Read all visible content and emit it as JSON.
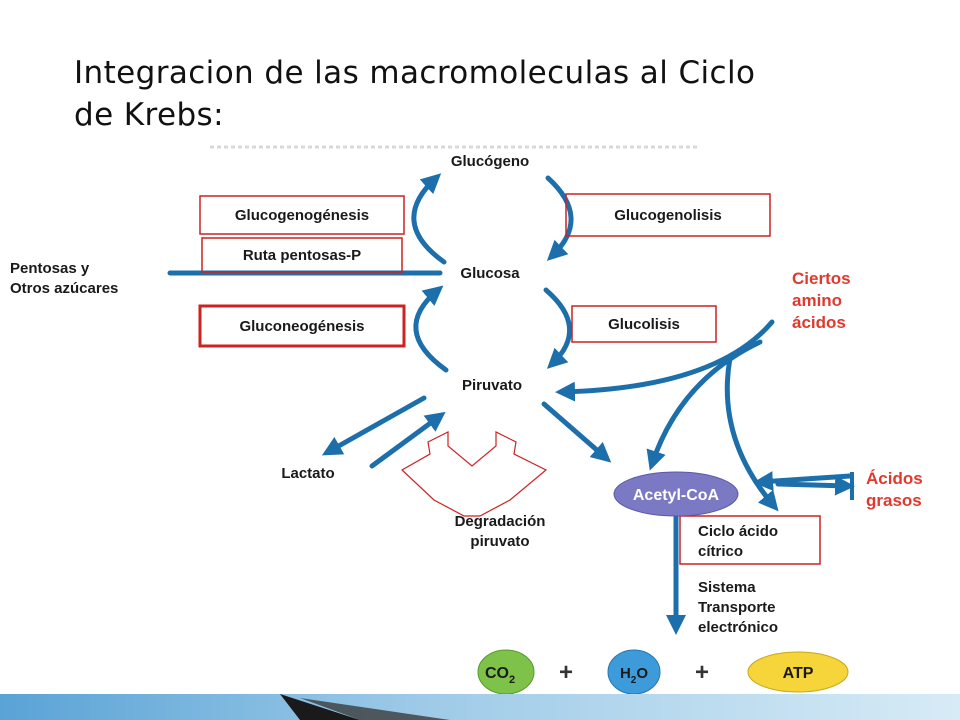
{
  "slide": {
    "title_line1": "Integracion de las macromoleculas al Ciclo",
    "title_line2": "de Krebs:"
  },
  "diagram": {
    "nodes": {
      "glucogeno": "Glucógeno",
      "glucosa": "Glucosa",
      "piruvato": "Piruvato",
      "lactato": "Lactato",
      "acetyl_coa": "Acetyl-CoA",
      "pentosas_line1": "Pentosas y",
      "pentosas_line2": "Otros azúcares",
      "degradacion_line1": "Degradación",
      "degradacion_line2": "piruvato",
      "sistema_line1": "Sistema",
      "sistema_line2": "Transporte",
      "sistema_line3": "electrónico",
      "ciertos_line1": "Ciertos",
      "ciertos_line2": "amino",
      "ciertos_line3": "ácidos",
      "acidos_line1": "Ácidos",
      "acidos_line2": "grasos"
    },
    "boxes": {
      "glucogenogenesis": "Glucogenogénesis",
      "ruta_pentosas": "Ruta pentosas-P",
      "gluconeogenesis": "Gluconeogénesis",
      "glucogenolisis": "Glucogenolisis",
      "glucolisis": "Glucolisis",
      "ciclo_line1": "Ciclo ácido",
      "ciclo_line2": "cítrico"
    },
    "products": {
      "co2": "CO",
      "co2_sub": "2",
      "h2o_a": "H",
      "h2o_sub": "2",
      "h2o_b": "O",
      "atp": "ATP",
      "plus1": "+",
      "plus2": "+"
    },
    "colors": {
      "arrow_blue": "#1d6fab",
      "box_red": "#cc2222",
      "label_red": "#e03a2e",
      "acetyl_purple": "#7b79c4",
      "co2_green": "#7ec24a",
      "h2o_blue": "#3d9bd9",
      "atp_yellow": "#f5d53a"
    }
  }
}
